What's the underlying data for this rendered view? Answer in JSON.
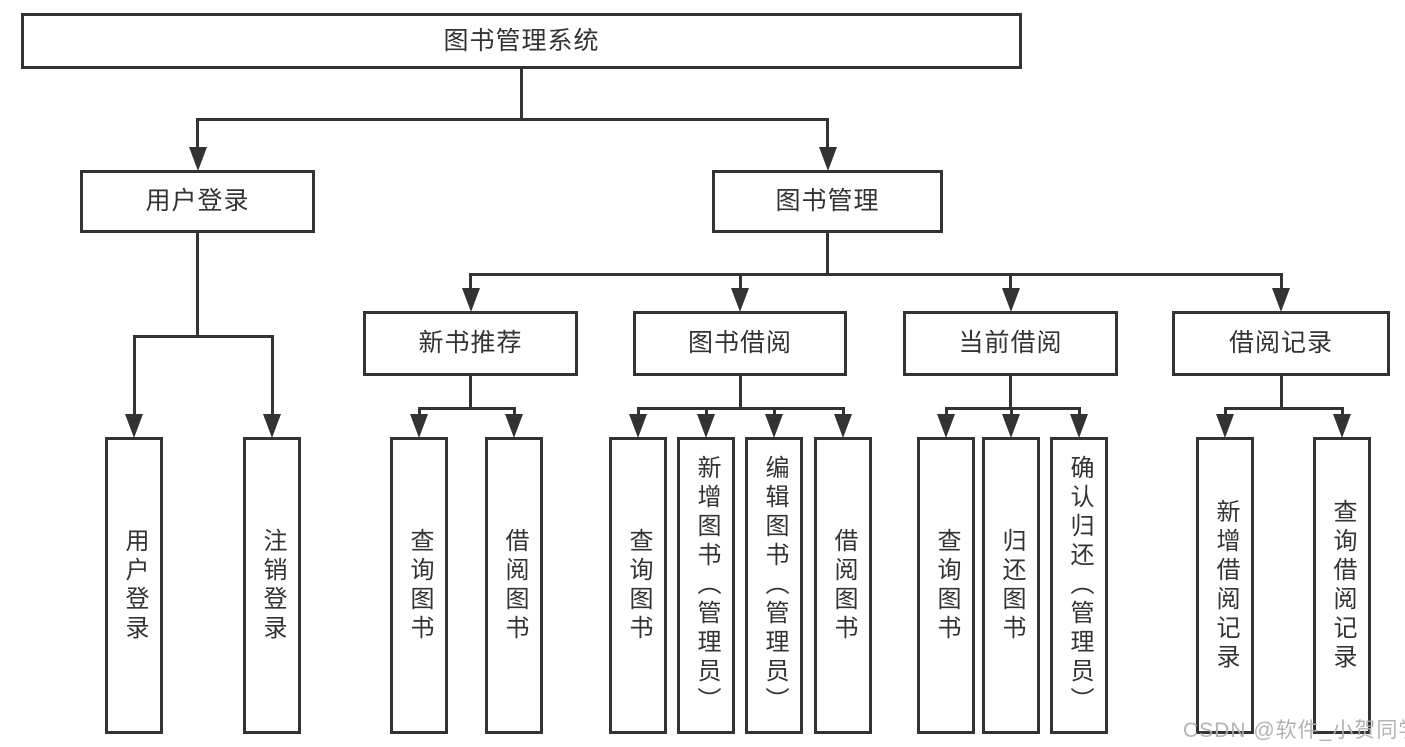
{
  "diagram": {
    "root": {
      "label": "图书管理系统"
    },
    "level2": [
      {
        "id": "login",
        "label": "用户登录",
        "parent": "图书管理系统"
      },
      {
        "id": "mgmt",
        "label": "图书管理",
        "parent": "图书管理系统"
      }
    ],
    "level3": [
      {
        "id": "newbook",
        "label": "新书推荐",
        "parent": "图书管理"
      },
      {
        "id": "borrow",
        "label": "图书借阅",
        "parent": "图书管理"
      },
      {
        "id": "current",
        "label": "当前借阅",
        "parent": "图书管理"
      },
      {
        "id": "records",
        "label": "借阅记录",
        "parent": "图书管理"
      }
    ],
    "leaves": [
      {
        "label": "用户登录",
        "parent": "用户登录"
      },
      {
        "label": "注销登录",
        "parent": "用户登录"
      },
      {
        "label": "查询图书",
        "parent": "新书推荐"
      },
      {
        "label": "借阅图书",
        "parent": "新书推荐"
      },
      {
        "label": "查询图书",
        "parent": "图书借阅"
      },
      {
        "label": "新增图书（管理员）",
        "parent": "图书借阅"
      },
      {
        "label": "编辑图书（管理员）",
        "parent": "图书借阅"
      },
      {
        "label": "借阅图书",
        "parent": "图书借阅"
      },
      {
        "label": "查询图书",
        "parent": "当前借阅"
      },
      {
        "label": "归还图书",
        "parent": "当前借阅"
      },
      {
        "label": "确认归还（管理员）",
        "parent": "当前借阅"
      },
      {
        "label": "新增借阅记录",
        "parent": "借阅记录"
      },
      {
        "label": "查询借阅记录",
        "parent": "借阅记录"
      }
    ],
    "colors": {
      "line": "#333333",
      "text": "#333333",
      "background": "#ffffff",
      "watermark": "#afafaf"
    }
  },
  "watermark": {
    "text": "CSDN @软件_小贺同学"
  }
}
